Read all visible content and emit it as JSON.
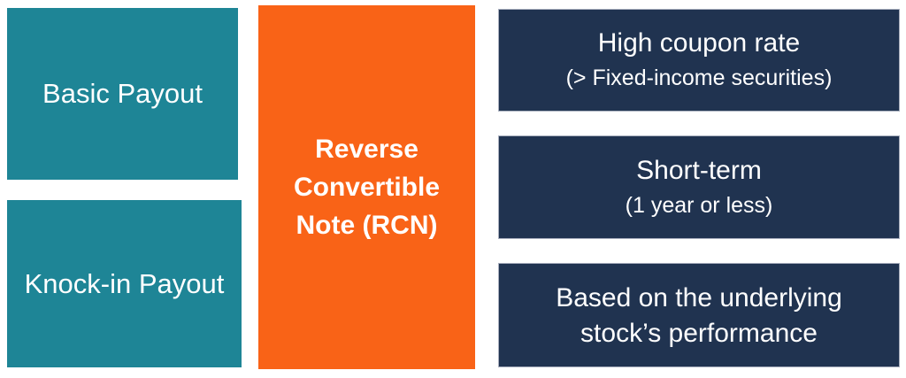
{
  "diagram": {
    "left_boxes": [
      {
        "label": "Basic Payout"
      },
      {
        "label": "Knock-in Payout"
      }
    ],
    "center_box": {
      "line1": "Reverse",
      "line2": "Convertible",
      "line3": "Note (RCN)"
    },
    "right_boxes": [
      {
        "title": "High coupon rate",
        "subtitle": "(> Fixed-income securities)"
      },
      {
        "title": "Short-term",
        "subtitle": "(1 year or less)"
      },
      {
        "title": "Based on the underlying",
        "subtitle": "stock’s performance"
      }
    ],
    "colors": {
      "teal": "#1E8596",
      "orange": "#F96317",
      "navy": "#203350",
      "navy_border": "#A8AEBD",
      "text": "#FFFFFF",
      "background": "#FFFFFF"
    }
  }
}
